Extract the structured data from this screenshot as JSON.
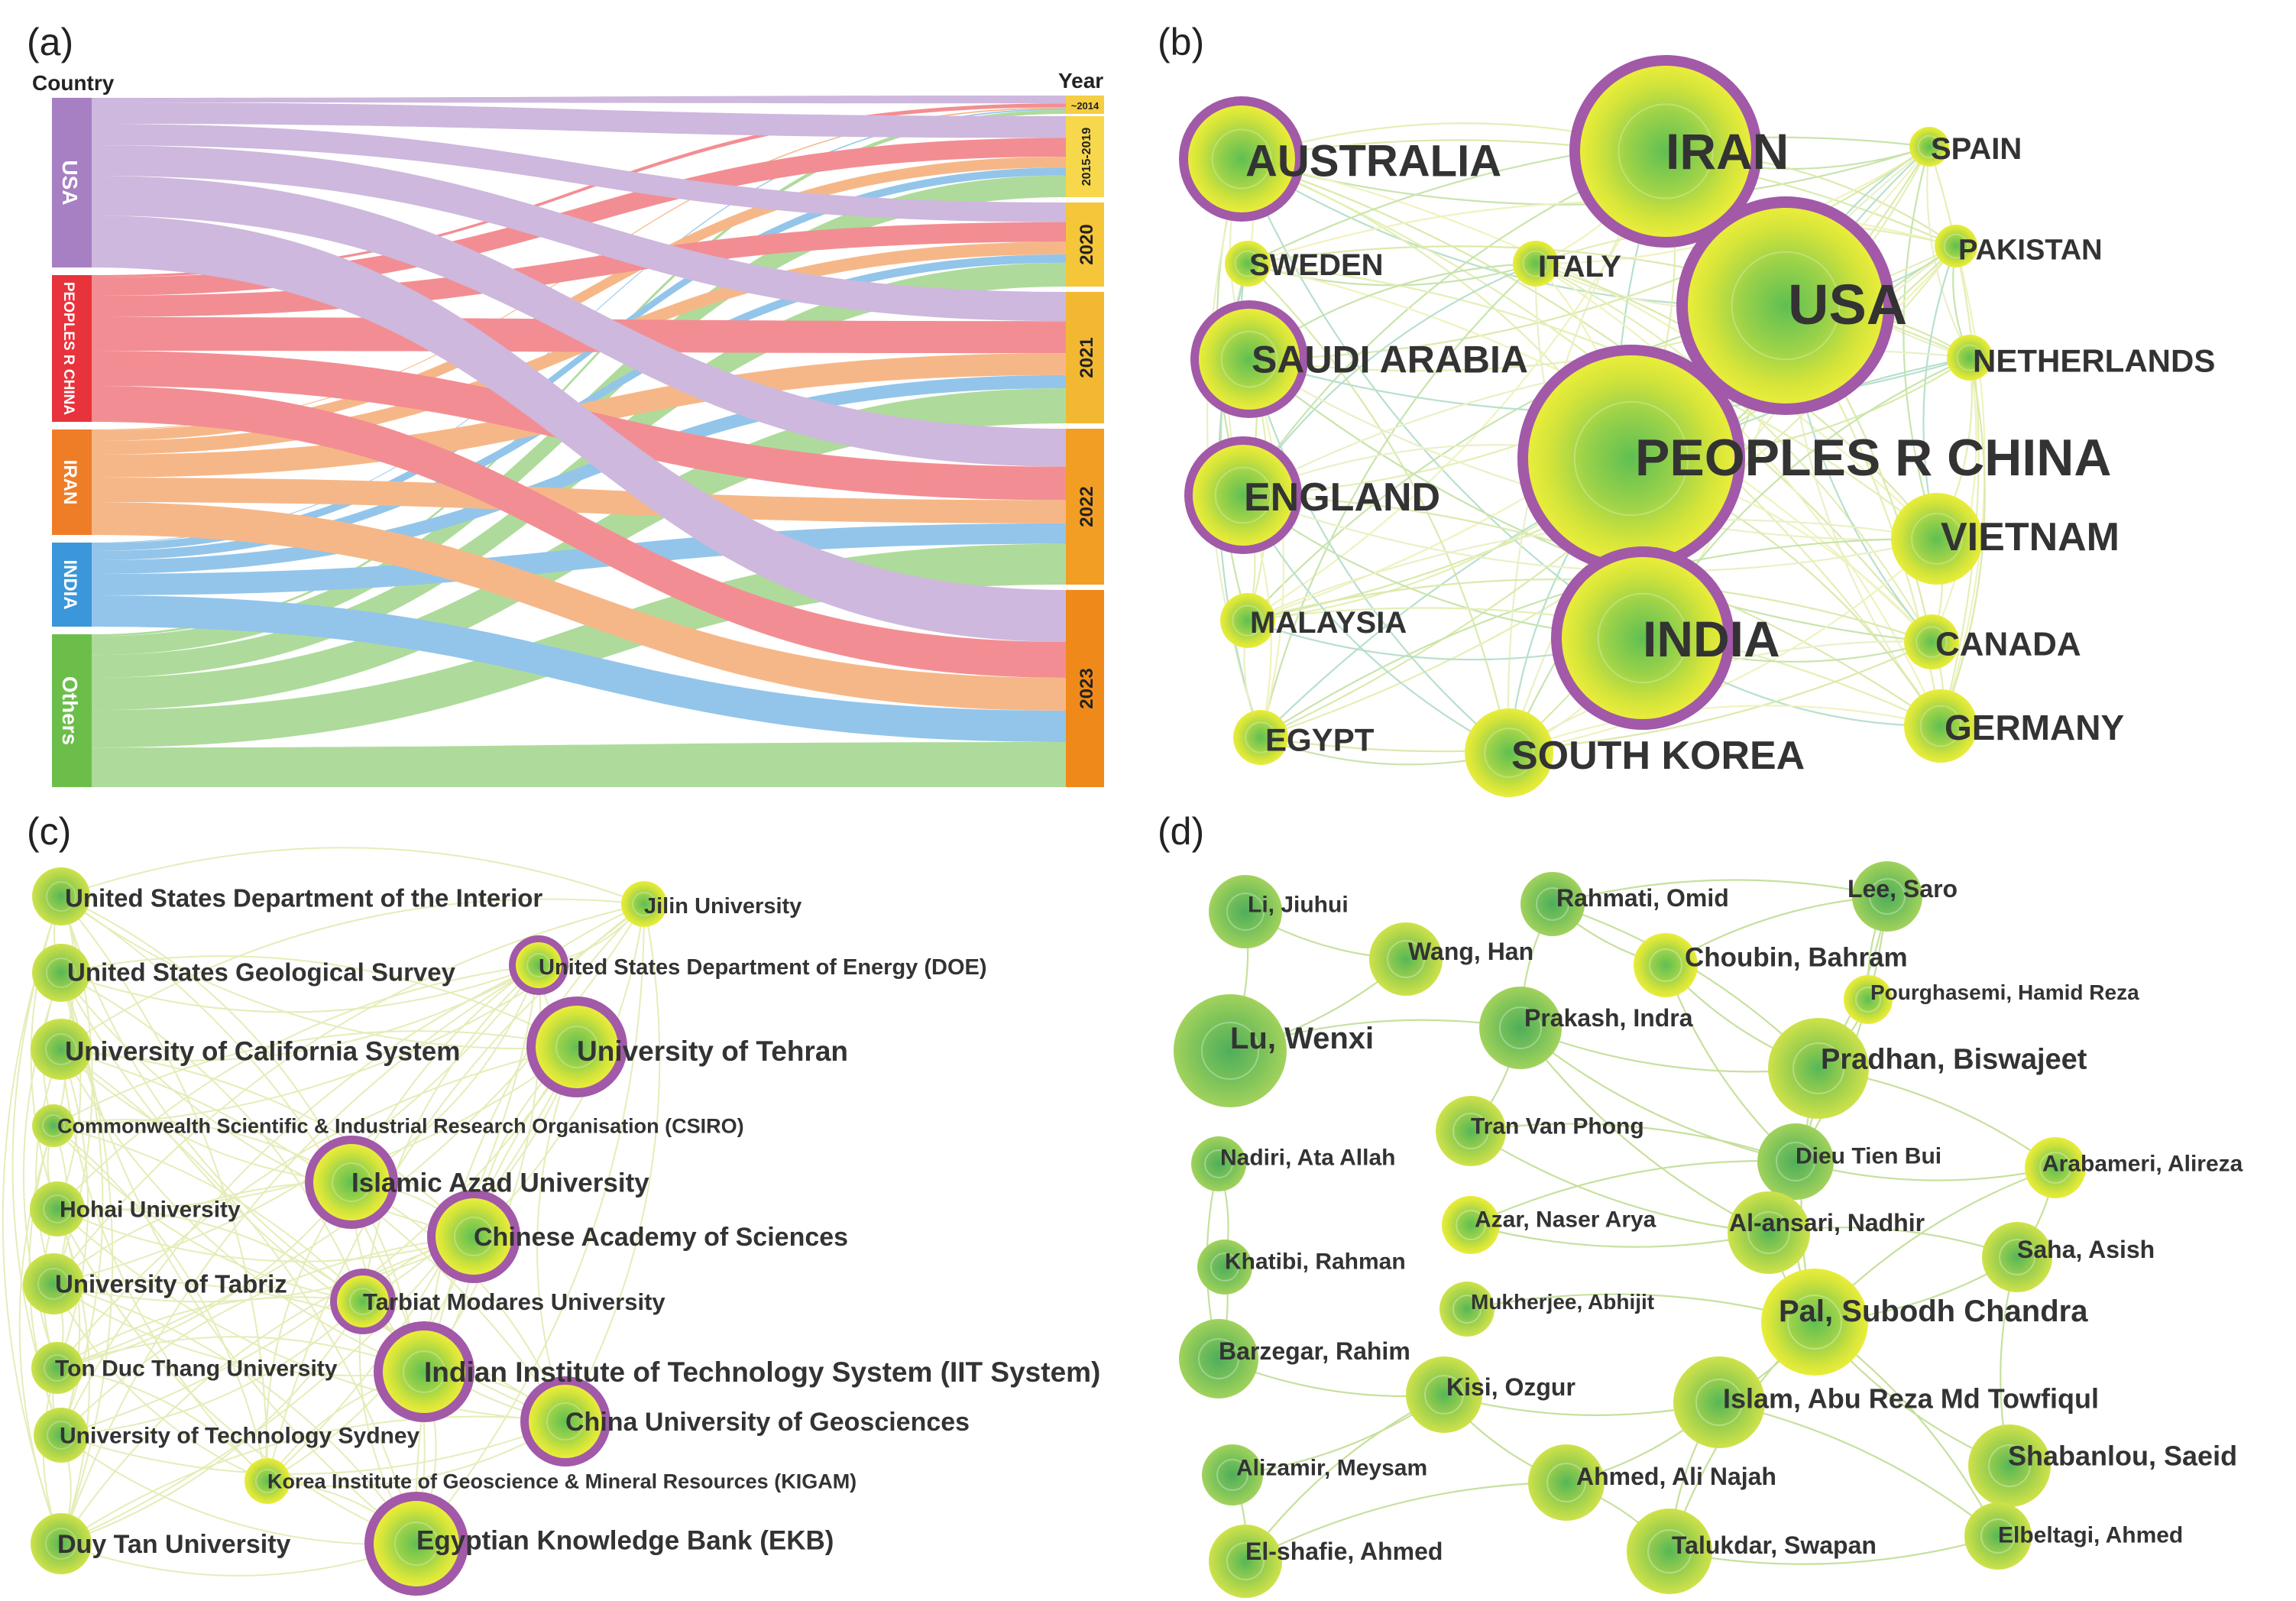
{
  "panels": {
    "a": {
      "label": "(a)",
      "country_header": "Country",
      "year_header": "Year",
      "countries": [
        {
          "name": "USA",
          "color": "#a77fc3"
        },
        {
          "name": "PEOPLES R CHINA",
          "color": "#e8333c"
        },
        {
          "name": "IRAN",
          "color": "#ef7d28"
        },
        {
          "name": "INDIA",
          "color": "#3b97d9"
        },
        {
          "name": "Others",
          "color": "#6cbe4b"
        }
      ],
      "years": [
        {
          "name": "~2014",
          "color": "#f4ce43"
        },
        {
          "name": "2015-2019",
          "color": "#f7d74c"
        },
        {
          "name": "2020",
          "color": "#f5c53a"
        },
        {
          "name": "2021",
          "color": "#f3b832"
        },
        {
          "name": "2022",
          "color": "#f29e24"
        },
        {
          "name": "2023",
          "color": "#ef8a1a"
        }
      ]
    },
    "b": {
      "label": "(b)",
      "nodes": [
        {
          "label": "AUSTRALIA",
          "size": "large",
          "ring": true
        },
        {
          "label": "IRAN",
          "size": "large",
          "ring": true
        },
        {
          "label": "SPAIN",
          "size": "small",
          "ring": false
        },
        {
          "label": "SWEDEN",
          "size": "small",
          "ring": false
        },
        {
          "label": "ITALY",
          "size": "small",
          "ring": false
        },
        {
          "label": "USA",
          "size": "large",
          "ring": true
        },
        {
          "label": "PAKISTAN",
          "size": "small",
          "ring": false
        },
        {
          "label": "SAUDI ARABIA",
          "size": "large",
          "ring": true
        },
        {
          "label": "NETHERLANDS",
          "size": "small",
          "ring": false
        },
        {
          "label": "PEOPLES R CHINA",
          "size": "large",
          "ring": true
        },
        {
          "label": "ENGLAND",
          "size": "large",
          "ring": true
        },
        {
          "label": "VIETNAM",
          "size": "medium",
          "ring": false
        },
        {
          "label": "MALAYSIA",
          "size": "small",
          "ring": false
        },
        {
          "label": "INDIA",
          "size": "large",
          "ring": true
        },
        {
          "label": "CANADA",
          "size": "small",
          "ring": false
        },
        {
          "label": "EGYPT",
          "size": "small",
          "ring": false
        },
        {
          "label": "SOUTH KOREA",
          "size": "medium",
          "ring": false
        },
        {
          "label": "GERMANY",
          "size": "small",
          "ring": false
        }
      ]
    },
    "c": {
      "label": "(c)",
      "nodes": [
        "United States Department of the Interior",
        "Jilin University",
        "United States Geological Survey",
        "United States Department of Energy (DOE)",
        "University of California System",
        "University of Tehran",
        "Commonwealth Scientific & Industrial Research Organisation (CSIRO)",
        "Islamic Azad University",
        "Hohai University",
        "Chinese Academy of Sciences",
        "University of Tabriz",
        "Tarbiat Modares University",
        "Ton Duc Thang University",
        "Indian Institute of Technology System (IIT System)",
        "University of Technology Sydney",
        "China University of Geosciences",
        "Korea Institute of Geoscience & Mineral Resources (KIGAM)",
        "Duy Tan University",
        "Egyptian Knowledge Bank (EKB)"
      ]
    },
    "d": {
      "label": "(d)",
      "nodes": [
        "Li, Jiuhui",
        "Rahmati, Omid",
        "Lee, Saro",
        "Wang, Han",
        "Choubin, Bahram",
        "Pourghasemi, Hamid Reza",
        "Lu, Wenxi",
        "Prakash, Indra",
        "Pradhan, Biswajeet",
        "Tran Van Phong",
        "Nadiri, Ata Allah",
        "Dieu Tien Bui",
        "Arabameri, Alireza",
        "Azar, Naser Arya",
        "Al-ansari, Nadhir",
        "Khatibi, Rahman",
        "Saha, Asish",
        "Mukherjee, Abhijit",
        "Pal, Subodh Chandra",
        "Barzegar, Rahim",
        "Kisi, Ozgur",
        "Islam, Abu Reza Md Towfiqul",
        "Alizamir, Meysam",
        "Ahmed, Ali Najah",
        "Shabanlou, Saeid",
        "El-shafie, Ahmed",
        "Talukdar, Swapan",
        "Elbeltagi, Ahmed"
      ]
    }
  }
}
